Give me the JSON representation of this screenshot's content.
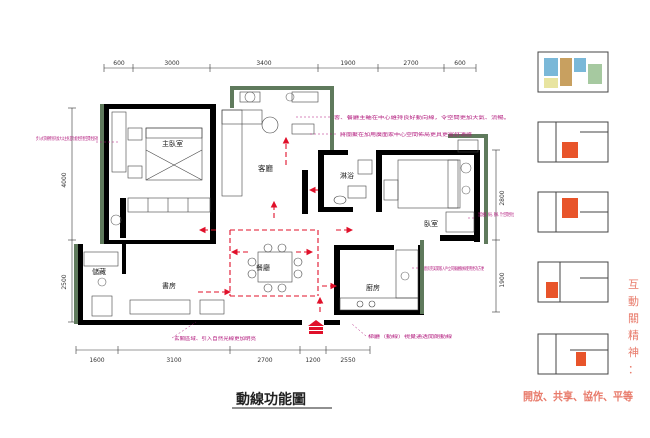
{
  "plan": {
    "top_dims": [
      "600",
      "3000",
      "3400",
      "1900",
      "2700",
      "600"
    ],
    "bottom_dims": [
      "1600",
      "3100",
      "2700",
      "1200",
      "2550"
    ],
    "left_dims": [
      "4000",
      "2500"
    ],
    "right_dims": [
      "2800",
      "1900"
    ],
    "rooms": {
      "master_bedroom": "主臥室",
      "living_room": "客廳",
      "bathroom": "淋浴",
      "bedroom": "臥室",
      "dining_room": "餐廳",
      "kitchen": "廚房",
      "study": "書房",
      "storage": "儲藏"
    },
    "annotations": {
      "master_note": "步入式衣櫃特別的加大以主臥室功能更完善空間更舒適",
      "living_note_1": "客、餐廳主軸在中心維持良好動向線，令空間更加大氣、流暢。",
      "living_note_2": "將團聚在加用廣面家中心空間佈局更具更富舒適感",
      "bedroom_note": "溫度維護、採光、動線、尺寸空間更到位",
      "kitchen_note": "廚房完美開敞入戶立同餐廳動線使用更為方便",
      "entry_note": "玄關區域、引入自然光線更加明亮",
      "bottom_note": "梯廳（動線）視覺通透開朗動線",
      "footer_title": "動線功能圖"
    }
  },
  "side_panel": {
    "vertical_phrase": "互動關精神",
    "vertical_colon": "：",
    "slogan": "開放、共享、協作、平等",
    "highlight_colors": [
      "#e8542a",
      "#7ab8d8",
      "#c8a060",
      "#a6c9a0"
    ]
  },
  "colors": {
    "wall": "#000000",
    "wall_green": "#5f7a5c",
    "flow_arrow": "#e0102a",
    "note_text": "#b0157a",
    "highlight": "#e8542a",
    "title_pink": "#e87a6a"
  }
}
